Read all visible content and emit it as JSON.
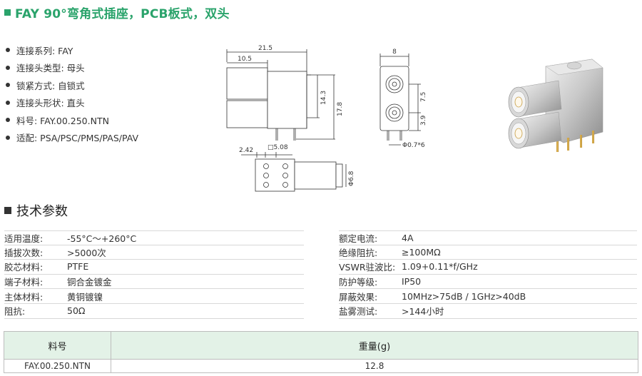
{
  "title": "FAY 90°弯角式插座，PCB板式，双头",
  "specs": [
    "连接系列: FAY",
    "连接头类型: 母头",
    "锁紧方式: 自锁式",
    "连接头形状: 直头",
    "料号: FAY.00.250.NTN",
    "适配: PSA/PSC/PMS/PAS/PAV"
  ],
  "drawing": {
    "side_total": "21.5",
    "side_part": "10.5",
    "side_h1": "14.3",
    "side_h2": "17.8",
    "front_w": "8",
    "front_pitch": "7.5",
    "front_low": "3.9",
    "front_pin": "Φ0.7*6",
    "bottom_a": "2.42",
    "bottom_b": "□5.08",
    "bottom_d": "Φ6.8"
  },
  "section_title": "技术参数",
  "params_left": [
    {
      "k": "适用温度:",
      "v": "-55°C～+260°C"
    },
    {
      "k": "插拔次数:",
      "v": ">5000次"
    },
    {
      "k": "胶芯材料:",
      "v": "PTFE"
    },
    {
      "k": "端子材料:",
      "v": "铜合金镀金"
    },
    {
      "k": "主体材料:",
      "v": "黄铜镀镍"
    },
    {
      "k": "阻抗:",
      "v": "50Ω"
    }
  ],
  "params_right": [
    {
      "k": "额定电流:",
      "v": "4A"
    },
    {
      "k": "绝缘阻抗:",
      "v": "≥100MΩ"
    },
    {
      "k": "VSWR驻波比:",
      "v": "1.09+0.11*f/GHz"
    },
    {
      "k": "防护等级:",
      "v": "IP50"
    },
    {
      "k": "屏蔽效果:",
      "v": "10MHz>75dB / 1GHz>40dB"
    },
    {
      "k": "盐雾测试:",
      "v": ">144小时"
    }
  ],
  "weight_table": {
    "col1": "料号",
    "col2": "重量(g)",
    "part": "FAY.00.250.NTN",
    "weight": "12.8"
  },
  "colors": {
    "accent": "#2aa36b",
    "header_bg": "#e3f2e7"
  }
}
